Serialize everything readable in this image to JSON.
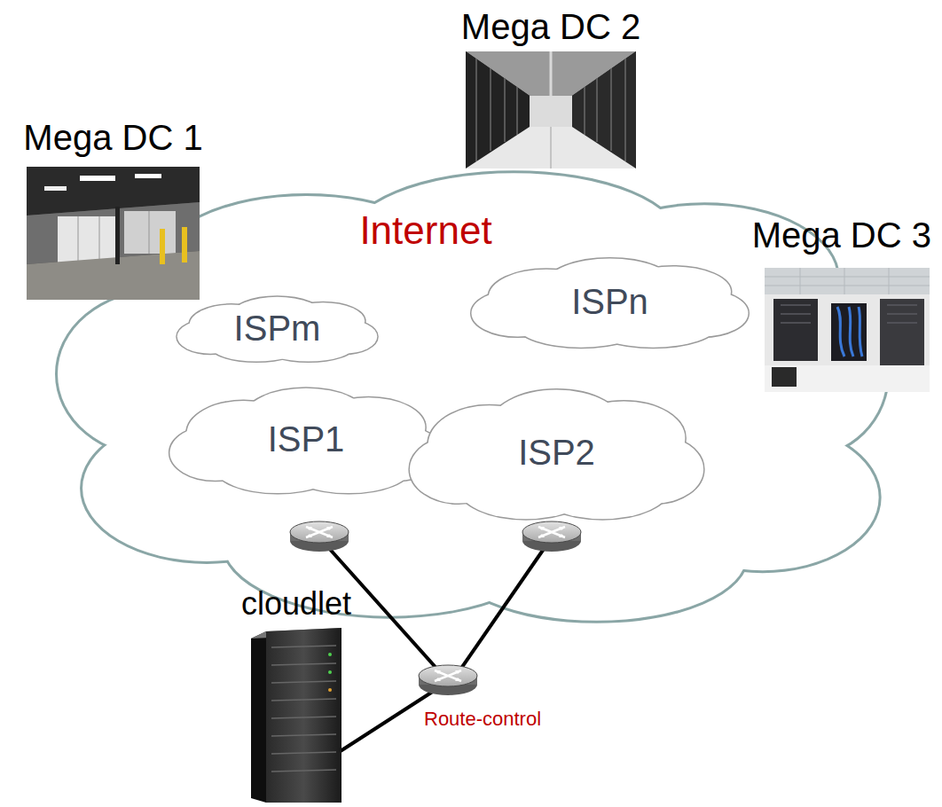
{
  "diagram": {
    "nodes": [
      {
        "text": [
          "Mega DC 2"
        ]
      },
      {
        "text": [
          "Mega DC 1"
        ]
      },
      {
        "text": [
          "Internet"
        ]
      },
      {
        "text": [
          "Mega DC 3"
        ]
      },
      {
        "text": [
          "ISPm"
        ],
        "in": 2
      },
      {
        "text": [
          "ISPn"
        ],
        "in": 2
      },
      {
        "text": [
          "ISP1"
        ],
        "in": 2
      },
      {
        "text": [
          "ISP2"
        ],
        "in": 2
      },
      {
        "text": [
          "cloudlet"
        ]
      }
    ],
    "labels": [
      "Route-control"
    ]
  }
}
